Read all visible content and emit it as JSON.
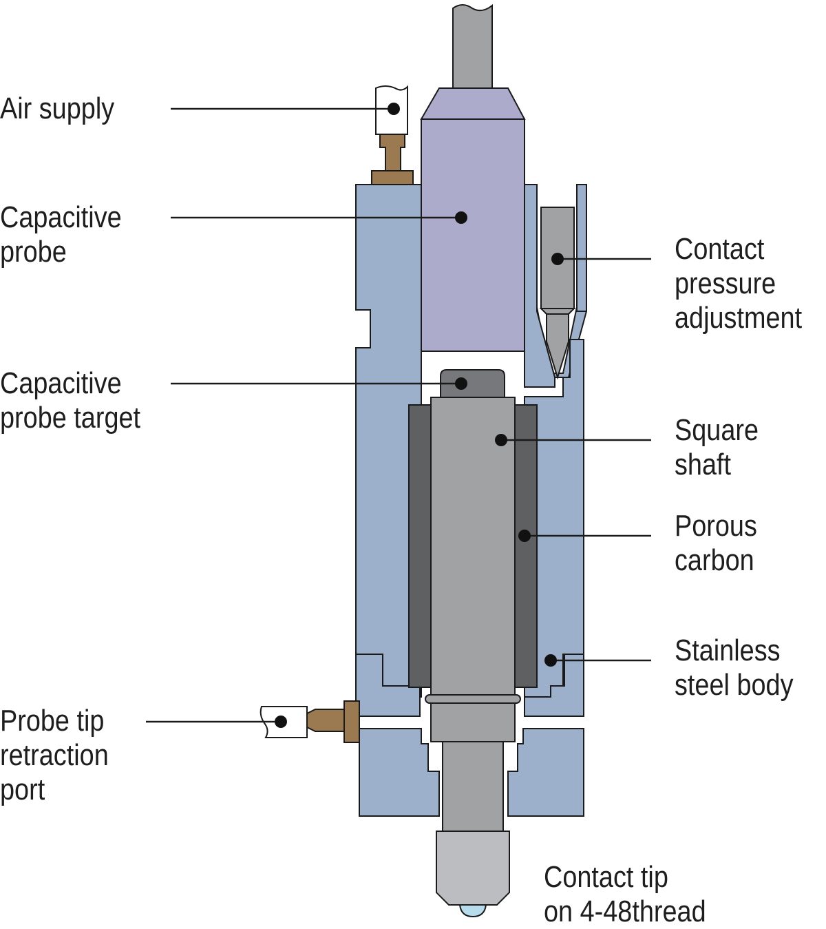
{
  "colors": {
    "body": "#9db0cb",
    "probe": "#adabcb",
    "shaft": "#a1a2a4",
    "carbon": "#5f6062",
    "target": "#77787b",
    "fitting": "#9b7a52",
    "tip": "#bcbdc0",
    "tip_ball": "#b7dcec",
    "line": "#1a1a1a"
  },
  "labels": {
    "air_supply": [
      "Air supply"
    ],
    "capacitive_probe": [
      "Capacitive",
      "probe"
    ],
    "capacitive_probe_target": [
      "Capacitive",
      "probe target"
    ],
    "probe_tip_retraction_port": [
      "Probe tip",
      "retraction",
      "port"
    ],
    "contact_pressure_adjustment": [
      "Contact",
      "pressure",
      "adjustment"
    ],
    "square_shaft": [
      "Square",
      "shaft"
    ],
    "porous_carbon": [
      "Porous",
      "carbon"
    ],
    "stainless_steel_body": [
      "Stainless",
      "steel body"
    ],
    "contact_tip": [
      "Contact tip",
      "on 4-48thread"
    ]
  }
}
